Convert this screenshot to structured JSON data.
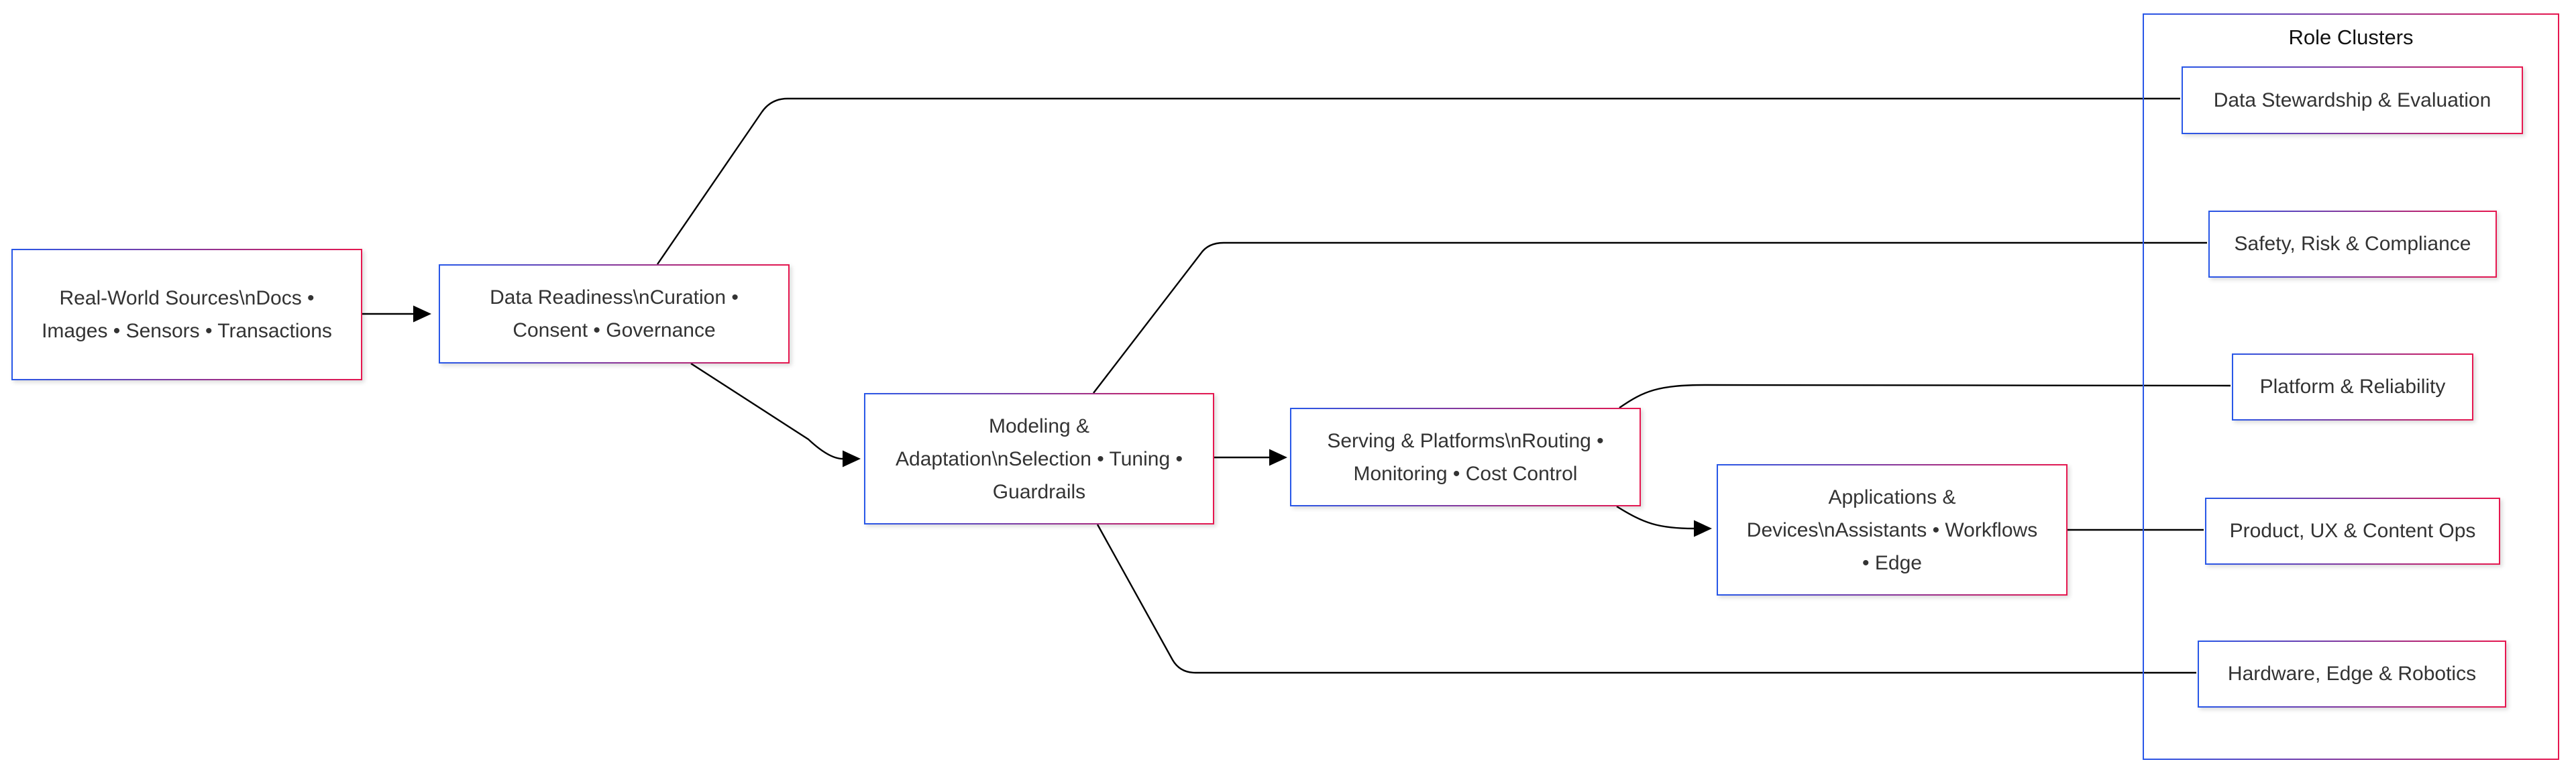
{
  "diagram": {
    "type": "flowchart",
    "direction": "left-to-right",
    "nodes": {
      "real_world_sources": {
        "label": "Real-World Sources\\nDocs • Images • Sensors • Transactions"
      },
      "data_readiness": {
        "label": "Data Readiness\\nCuration • Consent • Governance"
      },
      "modeling_adaptation": {
        "label": "Modeling & Adaptation\\nSelection • Tuning • Guardrails"
      },
      "serving_platforms": {
        "label": "Serving & Platforms\\nRouting • Monitoring • Cost Control"
      },
      "applications_devices": {
        "label": "Applications & Devices\\nAssistants • Workflows • Edge"
      }
    },
    "role_clusters": {
      "title": "Role Clusters",
      "items": [
        {
          "label": "Data Stewardship & Evaluation"
        },
        {
          "label": "Safety, Risk & Compliance"
        },
        {
          "label": "Platform & Reliability"
        },
        {
          "label": "Product, UX & Content Ops"
        },
        {
          "label": "Hardware, Edge & Robotics"
        }
      ]
    },
    "edges": [
      {
        "from": "Real-World Sources",
        "to": "Data Readiness",
        "arrow": true
      },
      {
        "from": "Data Readiness",
        "to": "Data Stewardship & Evaluation",
        "arrow": false
      },
      {
        "from": "Data Readiness",
        "to": "Modeling & Adaptation",
        "arrow": true
      },
      {
        "from": "Modeling & Adaptation",
        "to": "Safety, Risk & Compliance",
        "arrow": false
      },
      {
        "from": "Modeling & Adaptation",
        "to": "Serving & Platforms",
        "arrow": true
      },
      {
        "from": "Modeling & Adaptation",
        "to": "Hardware, Edge & Robotics",
        "arrow": false
      },
      {
        "from": "Serving & Platforms",
        "to": "Platform & Reliability",
        "arrow": false
      },
      {
        "from": "Serving & Platforms",
        "to": "Applications & Devices",
        "arrow": true
      },
      {
        "from": "Applications & Devices",
        "to": "Product, UX & Content Ops",
        "arrow": false
      }
    ],
    "colors": {
      "node_border_gradient_start": "#2857e8",
      "node_border_gradient_end": "#e6174f",
      "edge_line": "#000000",
      "text": "#333333",
      "background": "#ffffff"
    }
  }
}
